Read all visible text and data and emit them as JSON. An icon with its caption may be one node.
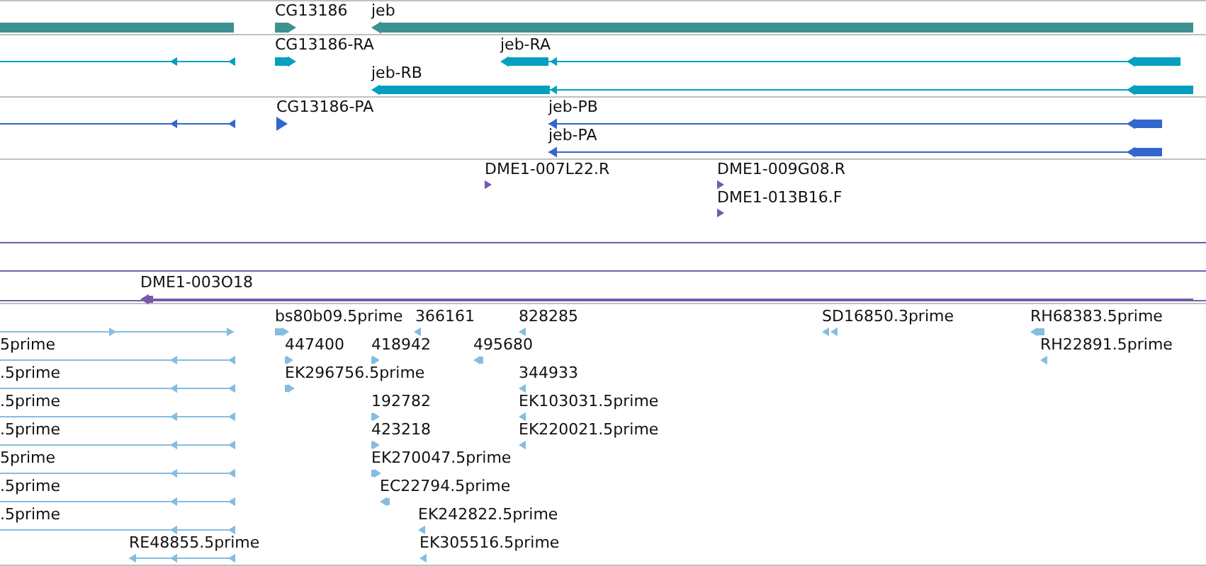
{
  "diagram": {
    "labels": [
      "CG13186",
      "jeb",
      "CG13186-RA",
      "jeb-RA",
      "jeb-RB",
      "CG13186-PA",
      "jeb-PB",
      "jeb-PA",
      "DME1-007L22.R",
      "DME1-009G08.R",
      "DME1-013B16.F",
      "DME1-003O18",
      "bs80b09.5prime",
      "366161",
      "828285",
      "SD16850.3prime",
      "RH68383.5prime",
      "5prime",
      "447400",
      "418942",
      "495680",
      "RH22891.5prime",
      ".5prime",
      "EK296756.5prime",
      "344933",
      ".5prime",
      "192782",
      "EK103031.5prime",
      ".5prime",
      "423218",
      "EK220021.5prime",
      "5prime",
      "EK270047.5prime",
      ".5prime",
      "EC22794.5prime",
      ".5prime",
      "EK242822.5prime",
      "RE48855.5prime",
      "EK305516.5prime"
    ]
  }
}
